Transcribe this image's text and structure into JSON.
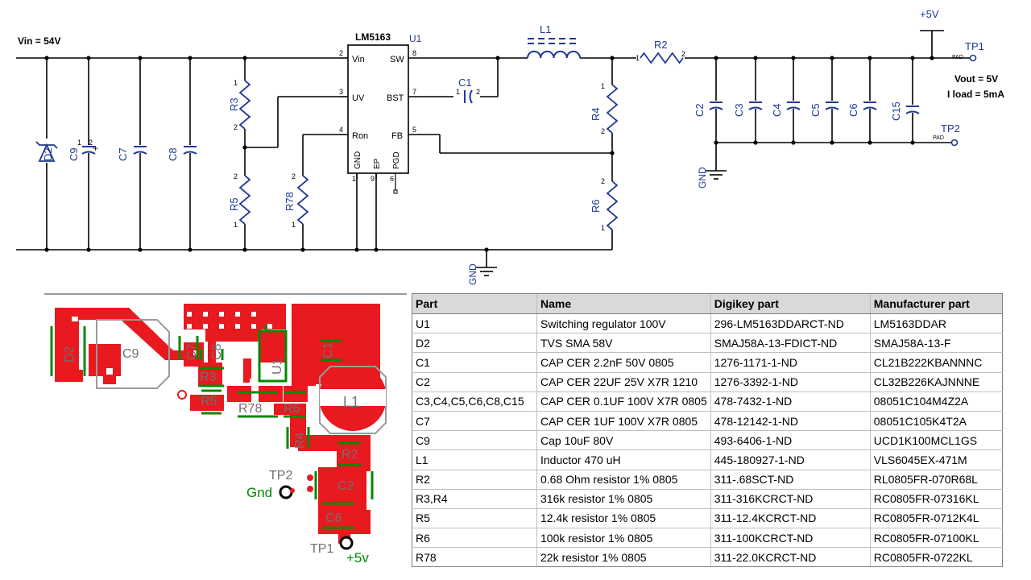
{
  "schematic": {
    "vin_label": "Vin = 54V",
    "plus5v_label": "+5V",
    "ic": {
      "name": "LM5163",
      "ref": "U1",
      "pins": {
        "vin": "Vin",
        "uv": "UV",
        "ron": "Ron",
        "sw": "SW",
        "bst": "BST",
        "fb": "FB",
        "gnd": "GND",
        "ep": "EP",
        "pgd": "PGD"
      },
      "pin_numbers": {
        "vin": "2",
        "uv": "3",
        "ron": "4",
        "sw": "8",
        "bst": "7",
        "fb": "5",
        "gnd": "1",
        "ep": "9",
        "pgd": "6"
      }
    },
    "refs": {
      "L1": "L1",
      "R2": "R2",
      "R3": "R3",
      "R4": "R4",
      "R5": "R5",
      "R6": "R6",
      "R78": "R78",
      "C1": "C1",
      "C2": "C2",
      "C3": "C3",
      "C4": "C4",
      "C5": "C5",
      "C6": "C6",
      "C15": "C15",
      "C7": "C7",
      "C8": "C8",
      "C9": "C9",
      "D2": "D2",
      "TP1": "TP1",
      "TP2": "TP2"
    },
    "pin_one": "1",
    "pin_two": "2",
    "pad_label": "PAD",
    "gnd_label": "GND",
    "vout_label": "Vout = 5V",
    "iload_label": "I load = 5mA",
    "plus_sign": "+"
  },
  "pcb": {
    "labels": {
      "D2": "D2",
      "C9": "C9",
      "C7": "C7",
      "C8": "C8",
      "C1": "C1",
      "U1": "U1",
      "R3": "R3",
      "R5": "R5",
      "R78": "R78",
      "R6": "R6",
      "L1": "L1",
      "R4": "R4",
      "R2": "R2",
      "C2": "C2",
      "C6": "C6",
      "TP2": "TP2",
      "TP1": "TP1",
      "gnd": "Gnd",
      "plus5v": "+5v"
    },
    "colors": {
      "copper": "#e8191f",
      "silk": "#008a00",
      "outline": "#9a9a9a",
      "label_gray": "#707070",
      "label_green": "#008a00"
    }
  },
  "colors": {
    "wire": "#000000",
    "symbol": "#1f3a93",
    "pin_num": "#000000"
  },
  "bom": {
    "headers": [
      "Part",
      "Name",
      "Digikey part",
      "Manufacturer part"
    ],
    "rows": [
      [
        "U1",
        "Switching regulator 100V",
        "296-LM5163DDARCT-ND",
        "LM5163DDAR"
      ],
      [
        "D2",
        "TVS SMA 58V",
        "SMAJ58A-13-FDICT-ND",
        "SMAJ58A-13-F"
      ],
      [
        "C1",
        "CAP CER 2.2nF 50V 0805",
        "1276-1171-1-ND",
        "CL21B222KBANNNC"
      ],
      [
        "C2",
        "CAP CER 22UF 25V X7R 1210",
        "1276-3392-1-ND",
        "CL32B226KAJNNNE"
      ],
      [
        "C3,C4,C5,C6,C8,C15",
        "CAP CER 0.1UF 100V X7R 0805",
        "478-7432-1-ND",
        "08051C104M4Z2A"
      ],
      [
        "C7",
        "CAP CER 1UF 100V X7R 0805",
        "478-12142-1-ND",
        "08051C105K4T2A"
      ],
      [
        "C9",
        "Cap 10uF 80V",
        "493-6406-1-ND",
        "UCD1K100MCL1GS"
      ],
      [
        "L1",
        "Inductor 470 uH",
        "445-180927-1-ND",
        "VLS6045EX-471M"
      ],
      [
        "R2",
        "0.68 Ohm resistor 1% 0805",
        "311-.68SCT-ND",
        "RL0805FR-070R68L"
      ],
      [
        "R3,R4",
        "316k resistor 1% 0805",
        "311-316KCRCT-ND",
        "RC0805FR-07316KL"
      ],
      [
        "R5",
        "12.4k resistor 1% 0805",
        "311-12.4KCRCT-ND",
        "RC0805FR-0712K4L"
      ],
      [
        "R6",
        "100k resistor 1% 0805",
        "311-100KCRCT-ND",
        "RC0805FR-07100KL"
      ],
      [
        "R78",
        "22k resistor 1% 0805",
        "311-22.0KCRCT-ND",
        "RC0805FR-0722KL"
      ]
    ]
  }
}
